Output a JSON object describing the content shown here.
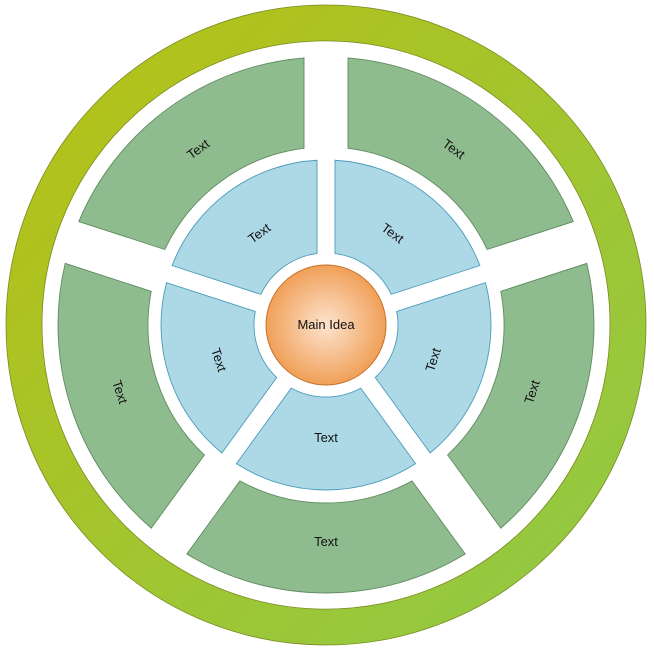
{
  "center": {
    "label": "Main Idea"
  },
  "inner_sectors": [
    {
      "label": "Text"
    },
    {
      "label": "Text"
    },
    {
      "label": "Text"
    },
    {
      "label": "Text"
    },
    {
      "label": "Text"
    }
  ],
  "outer_sectors": [
    {
      "label": "Text"
    },
    {
      "label": "Text"
    },
    {
      "label": "Text"
    },
    {
      "label": "Text"
    },
    {
      "label": "Text"
    }
  ],
  "colors": {
    "ring_start": "#b7c014",
    "ring_end": "#8fca48",
    "outer_fill": "#8fbc8f",
    "outer_stroke": "#5f8c5f",
    "inner_fill": "#add8e6",
    "inner_stroke": "#4a9cbc",
    "center_light": "#fde3cf",
    "center_dark": "#f0a058",
    "center_stroke": "#c8702a"
  }
}
